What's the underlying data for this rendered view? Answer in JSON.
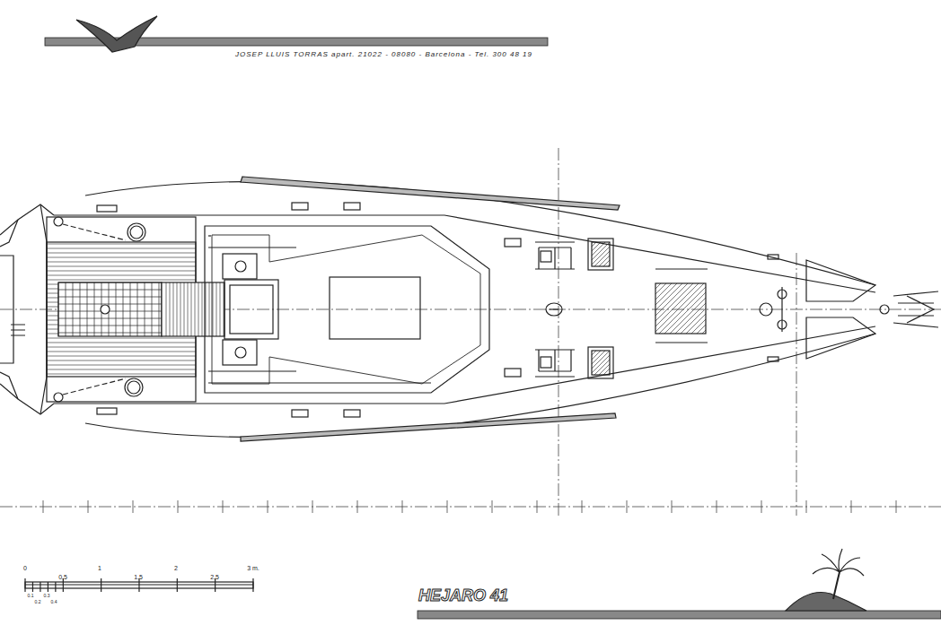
{
  "diagram": {
    "title": "HEJARO 41",
    "labels": [
      "JOSEP LLUIS TORRAS  apart. 21022 - 08080 - Barcelona - Tel. 300 48 19",
      "0",
      "0.5",
      "1",
      "1.5",
      "2",
      "2.5",
      "3 m.",
      "0.1",
      "0.3",
      "0.2",
      "0.4"
    ]
  }
}
